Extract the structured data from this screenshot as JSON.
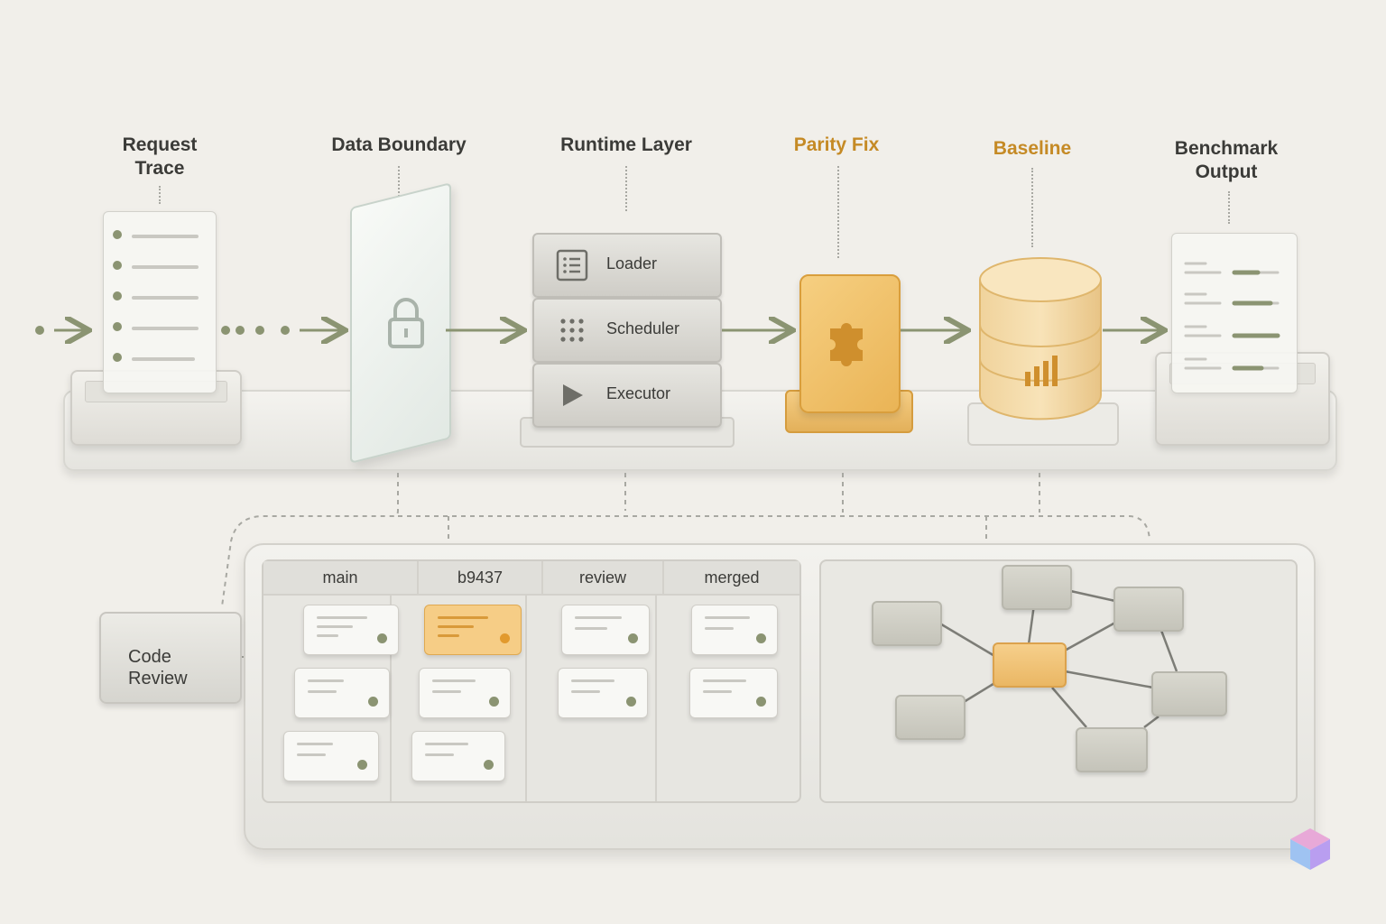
{
  "stages": [
    {
      "id": "request-trace",
      "label": "Request\nTrace",
      "accent": false
    },
    {
      "id": "data-boundary",
      "label": "Data Boundary",
      "accent": false
    },
    {
      "id": "runtime-layer",
      "label": "Runtime Layer",
      "accent": false
    },
    {
      "id": "parity-fix",
      "label": "Parity Fix",
      "accent": true
    },
    {
      "id": "baseline",
      "label": "Baseline",
      "accent": true
    },
    {
      "id": "benchmark-output",
      "label": "Benchmark\nOutput",
      "accent": false
    }
  ],
  "runtime_layers": [
    {
      "label": "Loader",
      "icon": "list-icon"
    },
    {
      "label": "Scheduler",
      "icon": "grid-dots-icon"
    },
    {
      "label": "Executor",
      "icon": "play-icon"
    }
  ],
  "code_review": {
    "label": "Code\nReview"
  },
  "board": {
    "columns": [
      "main",
      "b9437",
      "review",
      "merged"
    ]
  },
  "colors": {
    "accent": "#c58a25",
    "highlight_fill": "#f6cd86",
    "arrow": "#8b9472",
    "neutral": "#cfcdc7",
    "background": "#f1efea"
  },
  "icons": [
    "lock-icon",
    "puzzle-icon",
    "bar-chart-icon",
    "list-icon",
    "grid-dots-icon",
    "play-icon"
  ]
}
